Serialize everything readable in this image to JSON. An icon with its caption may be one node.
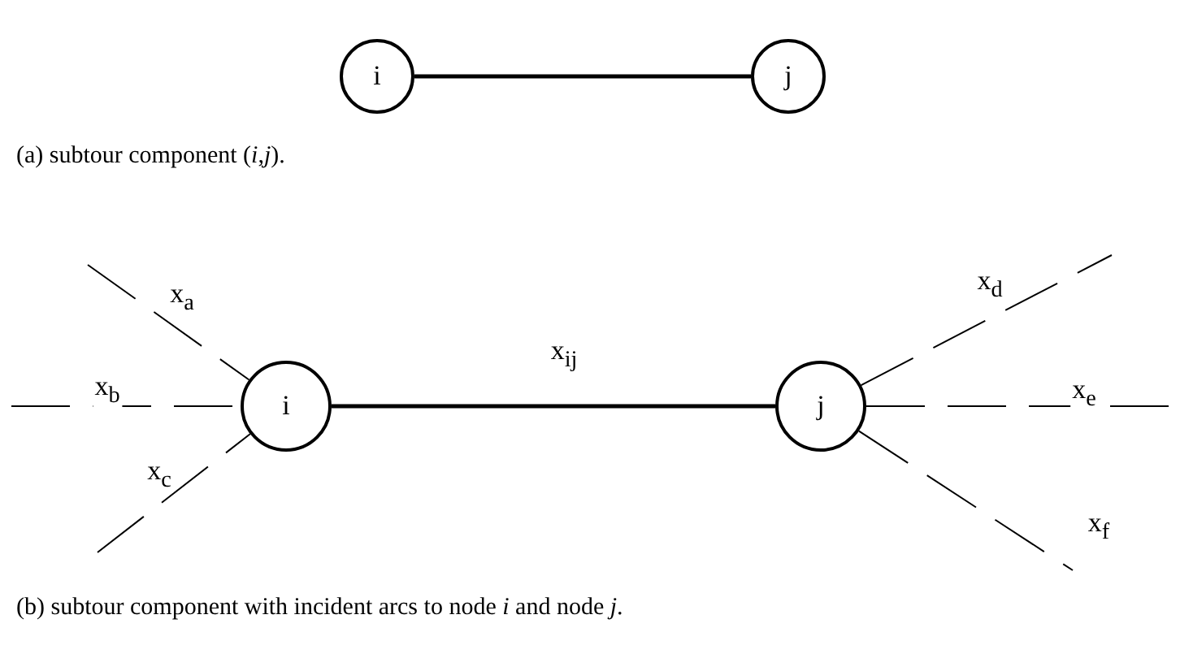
{
  "diagram": {
    "nodes": [
      {
        "text": [
          "i"
        ]
      },
      {
        "text": [
          "j"
        ]
      },
      {
        "text": [
          "i"
        ]
      },
      {
        "text": [
          "j"
        ]
      }
    ],
    "edges": [
      {
        "from": 0,
        "to": 1,
        "arrow": "none",
        "style": "thick"
      },
      {
        "from": 2,
        "to": 3,
        "arrow": "none",
        "label": "x$_{ij}$",
        "style": "thick"
      },
      {
        "from": null,
        "to": 2,
        "arrow": "none",
        "label": "x$_{a}$",
        "style": "dashed"
      },
      {
        "from": null,
        "to": 2,
        "arrow": "none",
        "label": "x$_{b}$",
        "style": "dashed"
      },
      {
        "from": null,
        "to": 2,
        "arrow": "none",
        "label": "x$_{c}$",
        "style": "dashed"
      },
      {
        "from": 3,
        "to": null,
        "arrow": "none",
        "label": "x$_{d}$",
        "style": "dashed"
      },
      {
        "from": 3,
        "to": null,
        "arrow": "none",
        "label": "x$_{e}$",
        "style": "dashed"
      },
      {
        "from": 3,
        "to": null,
        "arrow": "none",
        "label": "x$_{f}$",
        "style": "dashed"
      }
    ],
    "labels": [
      "(a) subtour component (*i*,*j*).",
      "(b) subtour component with incident arcs to node *i* and node *j*."
    ]
  }
}
